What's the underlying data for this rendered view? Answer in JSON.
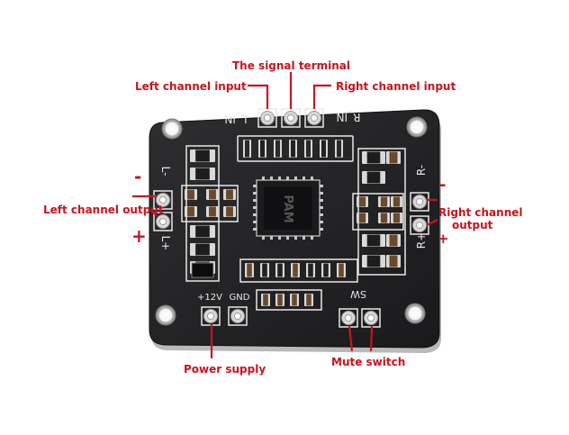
{
  "annotation_color": "#c8141e",
  "board_color": "#232325",
  "callouts": {
    "signal_terminal": "The signal terminal",
    "left_input": "Left channel input",
    "right_input": "Right channel input",
    "left_output": "Left channel output",
    "right_output_line1": "Right channel",
    "right_output_line2": "output",
    "power_supply": "Power supply",
    "mute_switch": "Mute switch",
    "minus_sign": "-",
    "plus_sign": "+"
  },
  "silkscreen": {
    "l_in": "L_IN",
    "r_in": "R_IN",
    "l_minus": "L-",
    "l_plus": "L+",
    "r_minus": "R-",
    "r_plus": "R+",
    "v12": "+12V",
    "gnd": "GND",
    "sw": "SW"
  }
}
